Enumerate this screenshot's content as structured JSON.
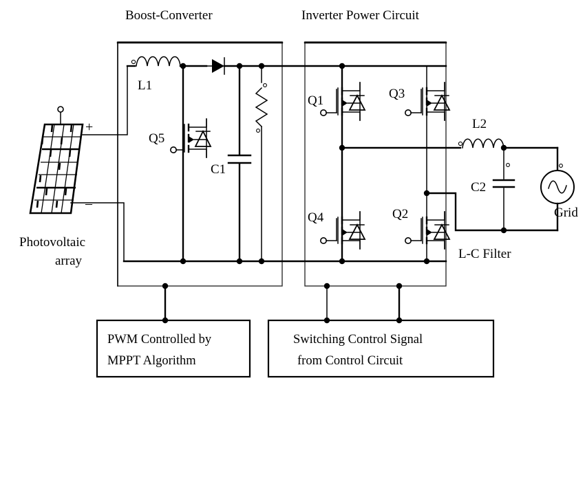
{
  "diagram": {
    "title_boost": "Boost-Converter",
    "title_inverter": "Inverter Power Circuit",
    "source": {
      "name_line1": "Photovoltaic",
      "name_line2": "array",
      "positive_sign": "+",
      "negative_sign": "–"
    },
    "boost": {
      "inductor_label": "L1",
      "switch_label": "Q5",
      "capacitor_label": "C1"
    },
    "inverter": {
      "q1_label": "Q1",
      "q3_label": "Q3",
      "q4_label": "Q4",
      "q2_label": "Q2"
    },
    "filter": {
      "inductor_label": "L2",
      "capacitor_label": "C2",
      "caption": "L-C Filter"
    },
    "grid": {
      "label": "Grid"
    },
    "control_left": {
      "line1": "PWM Controlled by",
      "line2": "MPPT Algorithm"
    },
    "control_right": {
      "line1": "Switching Control Signal",
      "line2": "from Control Circuit"
    },
    "colors": {
      "ink": "#000000",
      "background": "#ffffff",
      "region_border": "#2f2f2f"
    }
  }
}
